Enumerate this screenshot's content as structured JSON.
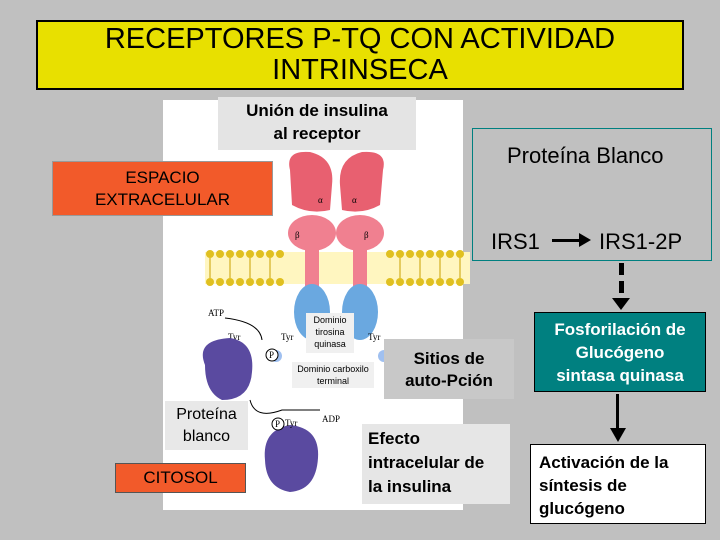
{
  "title": {
    "line1": "RECEPTORES P-TQ CON ACTIVIDAD",
    "line2": "INTRINSECA"
  },
  "union_label": {
    "line1": "Unión de insulina",
    "line2": "al receptor"
  },
  "espacio": {
    "line1": "ESPACIO",
    "line2": "EXTRACELULAR"
  },
  "proteina_blanco": {
    "label": "Proteína Blanco",
    "irs1": "IRS1",
    "irs12": "IRS1-2P"
  },
  "fosforilacion": {
    "line1": "Fosforilación de",
    "line2": "Glucógeno",
    "line3": "sintasa quinasa"
  },
  "activacion": {
    "line1": "Activación de la",
    "line2": "síntesis de",
    "line3": "glucógeno"
  },
  "sitios": {
    "line1": "Sitios de",
    "line2": "auto-Pción"
  },
  "efecto": {
    "line1": "Efecto",
    "line2": "intracelular de",
    "line3": "la insulina"
  },
  "proteina_blanco_cyto": {
    "line1": "Proteína",
    "line2": "blanco"
  },
  "citosol": "CITOSOL",
  "dominio_tirosina": {
    "line1": "Dominio",
    "line2": "tirosina",
    "line3": "quinasa"
  },
  "dominio_carboxilo": {
    "line1": "Dominio carboxilo",
    "line2": "terminal"
  },
  "figure_labels": {
    "alpha": "α",
    "beta": "β",
    "atp": "ATP",
    "adp": "ADP",
    "tyr": "Tyr",
    "p": "P"
  },
  "colors": {
    "title_bg": "#e8e000",
    "orange": "#f25a2a",
    "teal": "#008080",
    "receptor_pink": "#e86070",
    "membrane": "#e0c020",
    "kinase_blue": "#6aa8e0",
    "target_purple": "#5a4aa0"
  }
}
